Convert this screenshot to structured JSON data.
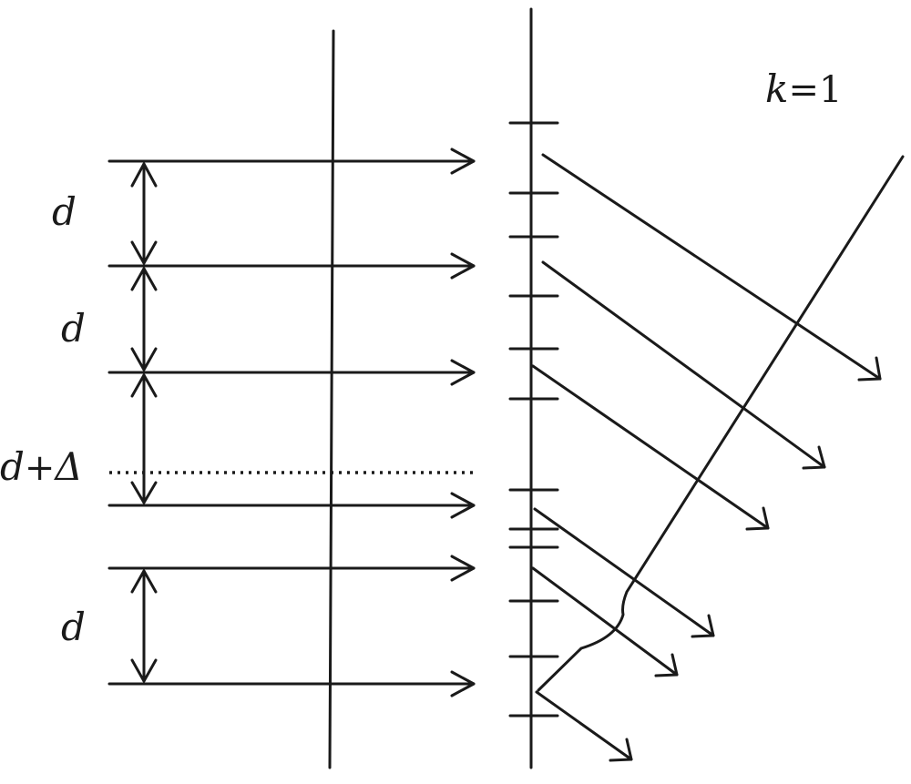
{
  "labels": {
    "order": {
      "var": "k",
      "eq": "=1"
    },
    "spacing_top": "d",
    "spacing_middle": "d",
    "spacing_shifted": {
      "var": "d",
      "op": "+",
      "delta": "Δ"
    },
    "spacing_bottom": "d"
  },
  "colors": {
    "ink": "#1a1a1a",
    "background": "#ffffff"
  }
}
